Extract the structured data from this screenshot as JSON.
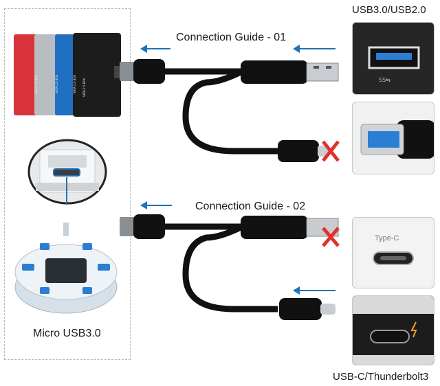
{
  "labels": {
    "top_right": "USB3.0/USB2.0",
    "guide_1": "Connection Guide - 01",
    "guide_2": "Connection Guide - 02",
    "micro": "Micro USB3.0",
    "bottom_right": "USB-C/Thunderbolt3",
    "type_c": "Type-C"
  },
  "colors": {
    "arrow": "#1e72b8",
    "cross": "#e0322b",
    "cable": "#111111",
    "usb3_blue": "#2a7fd4",
    "drive_red": "#d8323a",
    "drive_silver": "#b9bcc0",
    "drive_blue": "#1f6fc2",
    "drive_black": "#1c1c1c"
  }
}
